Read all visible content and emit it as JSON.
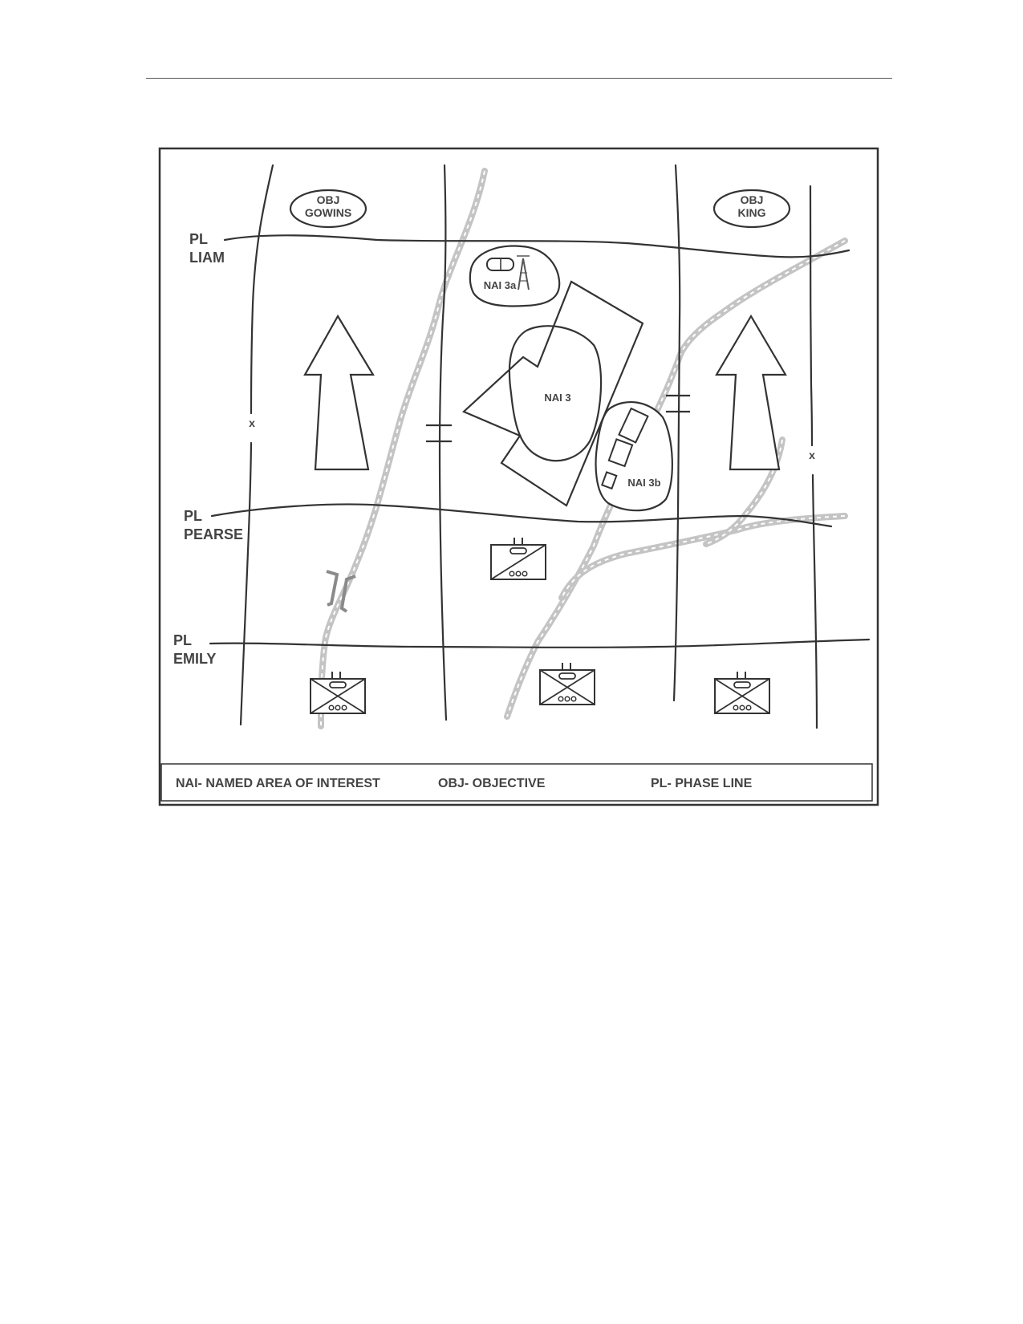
{
  "objectives": [
    {
      "line1": "OBJ",
      "line2": "GOWINS"
    },
    {
      "line1": "OBJ",
      "line2": "KING"
    }
  ],
  "phase_lines": [
    {
      "line1": "PL",
      "line2": "LIAM"
    },
    {
      "line1": "PL",
      "line2": "PEARSE"
    },
    {
      "line1": "PL",
      "line2": "EMILY"
    }
  ],
  "nais": {
    "nai_3a": "NAI 3a",
    "nai_3": "NAI 3",
    "nai_3b": "NAI 3b"
  },
  "boundary_marks": {
    "left": "x",
    "right": "x"
  },
  "legend": {
    "nai": "NAI- NAMED AREA OF INTEREST",
    "obj": "OBJ- OBJECTIVE",
    "pl": "PL- PHASE LINE"
  }
}
